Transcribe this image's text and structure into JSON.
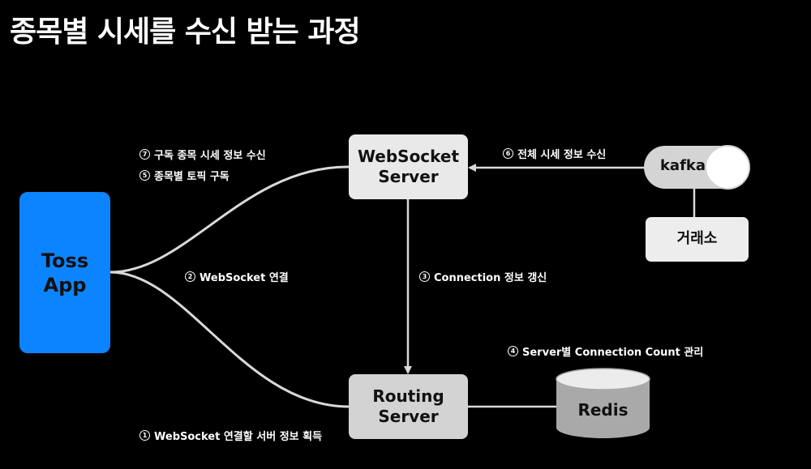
{
  "title": "종목별 시세를 수신 받는 과정",
  "nodes": {
    "toss_app": [
      "Toss",
      "App"
    ],
    "websocket_server": [
      "WebSocket",
      "Server"
    ],
    "routing_server": [
      "Routing",
      "Server"
    ],
    "kafka": "kafka",
    "exchange": "거래소",
    "redis": "Redis"
  },
  "steps": [
    {
      "num": "1",
      "text": "WebSocket 연결할 서버 정보 획득"
    },
    {
      "num": "2",
      "text": "WebSocket 연결"
    },
    {
      "num": "3",
      "text": "Connection 정보 갱신"
    },
    {
      "num": "4",
      "text": "Server별 Connection Count 관리"
    },
    {
      "num": "5",
      "text": "종목별 토픽 구독"
    },
    {
      "num": "6",
      "text": "전체 시세 정보 수신"
    },
    {
      "num": "7",
      "text": "구독 종목 시세 정보 수신"
    }
  ],
  "colors": {
    "background": "#000000",
    "toss_app": "#0d84ff",
    "websocket_server": "#e9e9e9",
    "routing_server": "#d3d3d3",
    "kafka_body": "#d4d4d4",
    "exchange": "#ededed",
    "redis": "#a9a9a9",
    "connector": "#d9d9d9"
  }
}
